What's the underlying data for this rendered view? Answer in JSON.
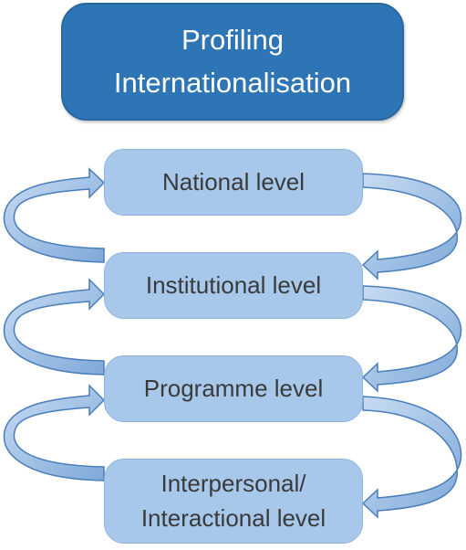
{
  "diagram": {
    "title": {
      "line1": "Profiling",
      "line2": "Internationalisation"
    },
    "levels": [
      {
        "label": "National level"
      },
      {
        "label": "Institutional level"
      },
      {
        "label": "Programme level"
      },
      {
        "label_line1": "Interpersonal/",
        "label_line2": "Interactional level"
      }
    ],
    "colors": {
      "title_fill": "#2e75b6",
      "level_fill": "#a7c8ea",
      "arrow_fill": "#8fb5e0",
      "arrow_stroke": "#4a7ebb"
    }
  }
}
